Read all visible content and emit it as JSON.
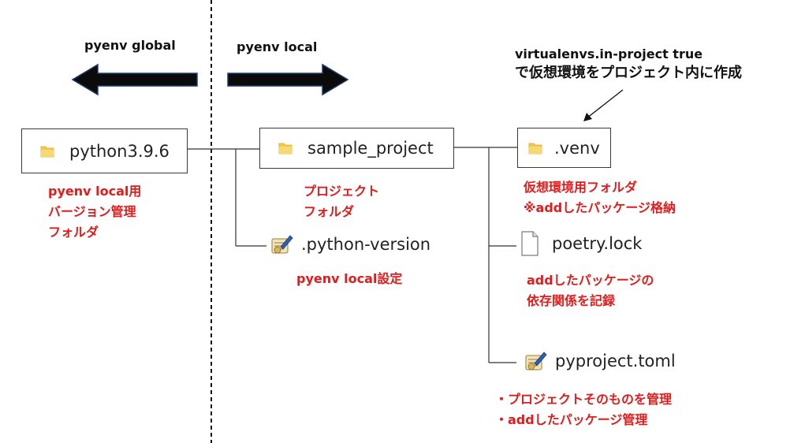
{
  "colors": {
    "accent_red": "#e41b1b",
    "arrow_fill": "#0b0b0b",
    "folder_yellow": "#f4c84a"
  },
  "arrows": {
    "global_label": "pyenv global",
    "local_label": "pyenv local"
  },
  "folders": {
    "python_version": {
      "name": "python3.9.6",
      "icon": "folder-icon",
      "note": [
        "pyenv local用",
        "バージョン管理",
        "フォルダ"
      ]
    },
    "sample_project": {
      "name": "sample_project",
      "icon": "folder-icon",
      "note": [
        "プロジェクト",
        "フォルダ"
      ]
    },
    "venv": {
      "name": ".venv",
      "icon": "folder-icon",
      "note": [
        "仮想環境用フォルダ",
        "※addしたパッケージ格納"
      ]
    }
  },
  "files": {
    "python_version_file": {
      "name": ".python-version",
      "icon": "config-file-icon",
      "note": "pyenv local設定"
    },
    "poetry_lock": {
      "name": "poetry.lock",
      "icon": "document-icon",
      "note": [
        "addしたパッケージの",
        "依存関係を記録"
      ]
    },
    "pyproject": {
      "name": "pyproject.toml",
      "icon": "config-file-icon",
      "note": [
        "・プロジェクトそのものを管理",
        "・addしたパッケージ管理"
      ]
    }
  },
  "annotation": {
    "line1": "virtualenvs.in-project true",
    "line2": "で仮想環境をプロジェクト内に作成"
  }
}
